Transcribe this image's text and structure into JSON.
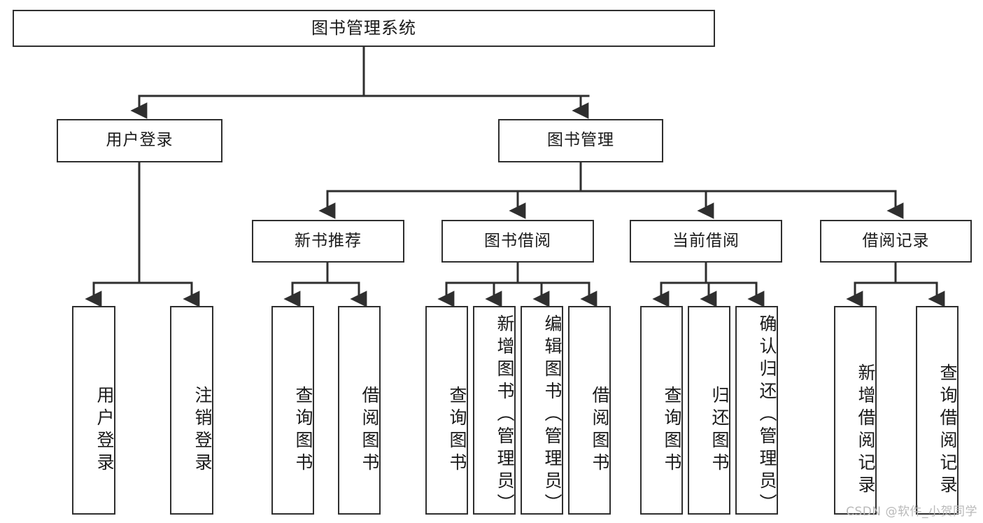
{
  "diagram": {
    "title": "图书管理系统",
    "type": "tree",
    "watermark": "CSDN @软件_小贺同学",
    "colors": {
      "box_border": "#2f2f2f",
      "box_fill": "#ffffff",
      "connector": "#2f2f2f",
      "text": "#1a1a1a",
      "watermark": "#b9b9b9"
    },
    "levels": {
      "level1": "系统",
      "level2": "模块",
      "level3": "子模块",
      "level4": "功能"
    },
    "nodes": {
      "root": "图书管理系统",
      "user_login": "用户登录",
      "book_manage": "图书管理",
      "new_book_recommend": "新书推荐",
      "book_borrow": "图书借阅",
      "current_borrow": "当前借阅",
      "borrow_record": "借阅记录",
      "leaf_user_login": "用户登录",
      "leaf_logout_login": "注销登录",
      "leaf_query_book_1": "查询图书",
      "leaf_borrow_book_1": "借阅图书",
      "leaf_query_book_2": "查询图书",
      "leaf_add_book_admin": "新增图书（管理员）",
      "leaf_edit_book_admin": "编辑图书（管理员）",
      "leaf_borrow_book_2": "借阅图书",
      "leaf_query_book_3": "查询图书",
      "leaf_return_book": "归还图书",
      "leaf_confirm_return_admin": "确认归还（管理员）",
      "leaf_add_borrow_record": "新增借阅记录",
      "leaf_query_borrow_record": "查询借阅记录"
    }
  }
}
